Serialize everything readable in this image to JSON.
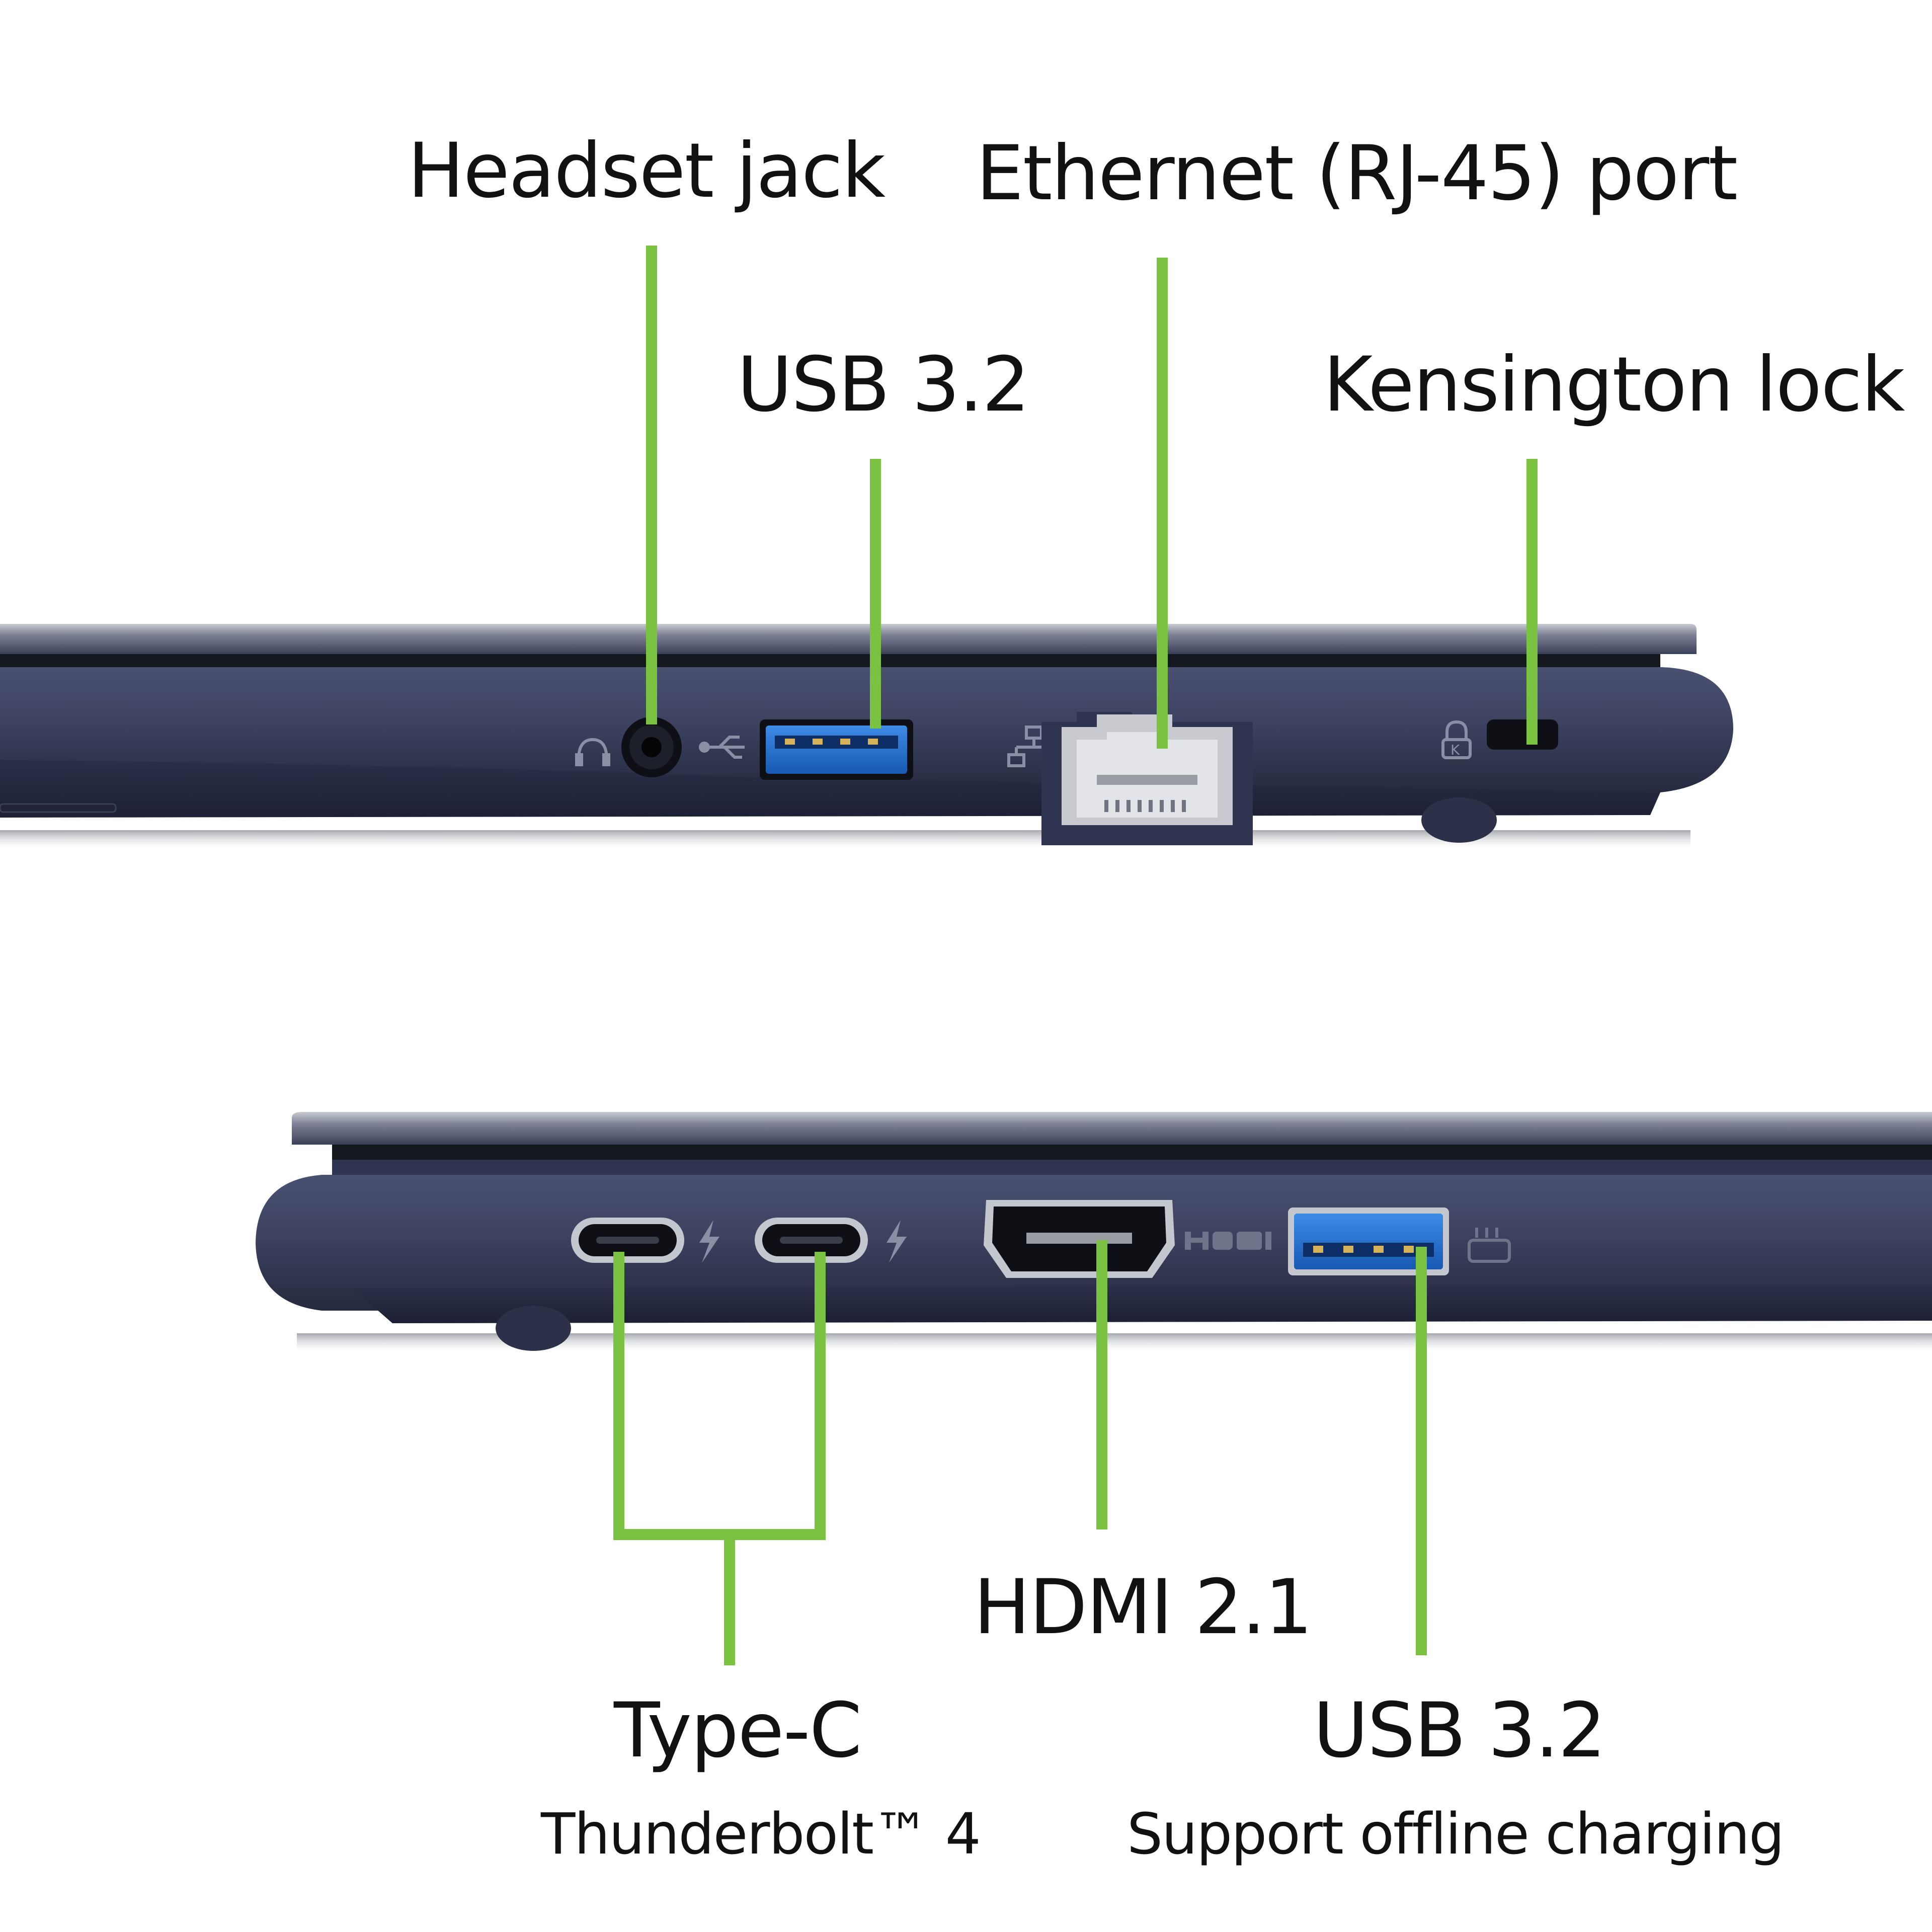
{
  "colors": {
    "callout_line": "#7cc242",
    "label_text": "#111111",
    "chassis_dark": "#2a2f45",
    "chassis_mid": "#3b4160",
    "chassis_light": "#5a607a",
    "lid_edge": "#b8bac2",
    "port_black": "#0f1016",
    "usb_blue": "#1f6fd1",
    "rj45_silver": "#c9cacf"
  },
  "top_view": {
    "labels": {
      "headset": "Headset jack",
      "ethernet": "Ethernet (RJ-45) port",
      "usb": "USB 3.2",
      "kensington": "Kensington lock"
    },
    "ports": [
      {
        "name": "headset-jack",
        "icon": "headset-icon"
      },
      {
        "name": "usb-a-port",
        "icon": "usb-icon"
      },
      {
        "name": "ethernet-port",
        "icon": "network-icon"
      },
      {
        "name": "kensington-lock-slot",
        "icon": "lock-icon"
      }
    ]
  },
  "bottom_view": {
    "labels": {
      "typec": "Type-C",
      "typec_sub": "Thunderbolt™ 4",
      "hdmi": "HDMI 2.1",
      "usb": "USB 3.2",
      "usb_sub": "Support offline charging"
    },
    "ports": [
      {
        "name": "usb-c-port-1",
        "icon": "thunderbolt-icon"
      },
      {
        "name": "usb-c-port-2",
        "icon": "thunderbolt-icon"
      },
      {
        "name": "hdmi-port",
        "icon": "hdmi-icon"
      },
      {
        "name": "usb-a-port",
        "icon": "usb-charge-icon"
      }
    ]
  }
}
